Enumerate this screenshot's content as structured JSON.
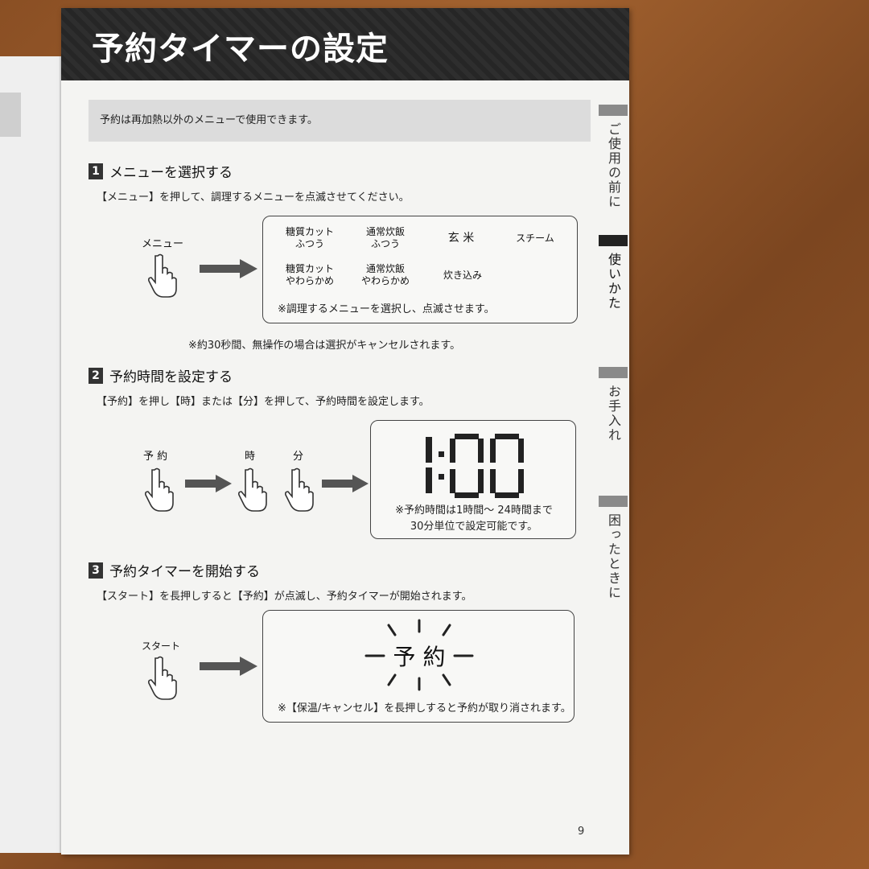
{
  "header": {
    "title": "予約タイマーの設定"
  },
  "intro_note": "予約は再加熱以外のメニューで使用できます。",
  "step1": {
    "number": "1",
    "title": "メニューを選択する",
    "desc": "【メニュー】を押して、調理するメニューを点滅させてください。",
    "button_label": "メニュー",
    "menu_items": [
      {
        "line1": "糖質カット",
        "line2": "ふつう"
      },
      {
        "line1": "通常炊飯",
        "line2": "ふつう"
      },
      {
        "line1": "玄 米",
        "line2": ""
      },
      {
        "line1": "スチーム",
        "line2": ""
      },
      {
        "line1": "糖質カット",
        "line2": "やわらかめ"
      },
      {
        "line1": "通常炊飯",
        "line2": "やわらかめ"
      },
      {
        "line1": "炊き込み",
        "line2": ""
      }
    ],
    "box_note": "※調理するメニューを選択し、点滅させます。",
    "footnote": "※約30秒間、無操作の場合は選択がキャンセルされます。"
  },
  "step2": {
    "number": "2",
    "title": "予約時間を設定する",
    "desc": "【予約】を押し【時】または【分】を押して、予約時間を設定します。",
    "btn_reserve": "予 約",
    "btn_hour": "時",
    "btn_min": "分",
    "display": "1:00",
    "note_line1": "※予約時間は1時間～ 24時間まで",
    "note_line2": "30分単位で設定可能です。"
  },
  "step3": {
    "number": "3",
    "title": "予約タイマーを開始する",
    "desc": "【スタート】を長押しすると【予約】が点滅し、予約タイマーが開始されます。",
    "btn_start": "スタート",
    "blink_text": "予 約",
    "box_note": "※【保温/キャンセル】を長押しすると予約が取り消されます。"
  },
  "side_tabs": [
    {
      "label": "ご使用の前に",
      "active": false
    },
    {
      "label": "使いかた",
      "active": true
    },
    {
      "label": "お手入れ",
      "active": false
    },
    {
      "label": "困ったときに",
      "active": false
    }
  ],
  "page_number": "9"
}
